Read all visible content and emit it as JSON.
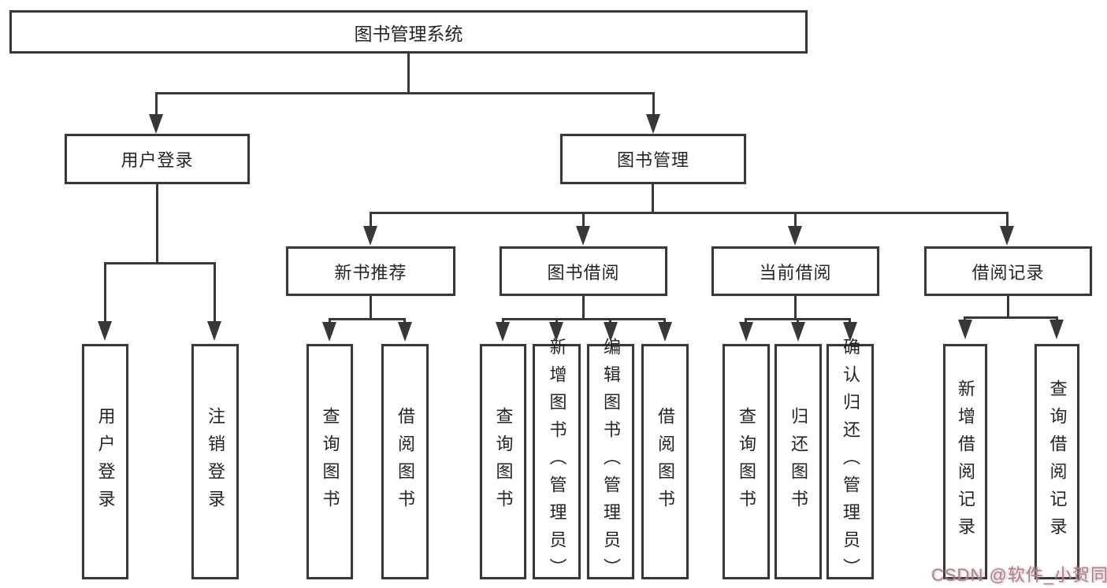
{
  "diagram": {
    "root": {
      "label": "图书管理系统"
    },
    "branches": [
      {
        "label": "用户登录",
        "children": [
          "用户登录",
          "注销登录"
        ]
      },
      {
        "label": "图书管理",
        "groups": [
          {
            "label": "新书推荐",
            "children": [
              "查询图书",
              "借阅图书"
            ]
          },
          {
            "label": "图书借阅",
            "children": [
              "查询图书",
              "新增图书（管理员）",
              "编辑图书（管理员）",
              "借阅图书"
            ]
          },
          {
            "label": "当前借阅",
            "children": [
              "查询图书",
              "归还图书",
              "确认归还（管理员）"
            ]
          },
          {
            "label": "借阅记录",
            "children": [
              "新增借阅记录",
              "查询借阅记录"
            ]
          }
        ]
      }
    ]
  },
  "watermark": {
    "text": "CSDN @软件_小贺同学"
  },
  "colors": {
    "line": "#383838",
    "text": "#242424",
    "background": "#ffffff",
    "watermark": "#8f8f8f"
  }
}
